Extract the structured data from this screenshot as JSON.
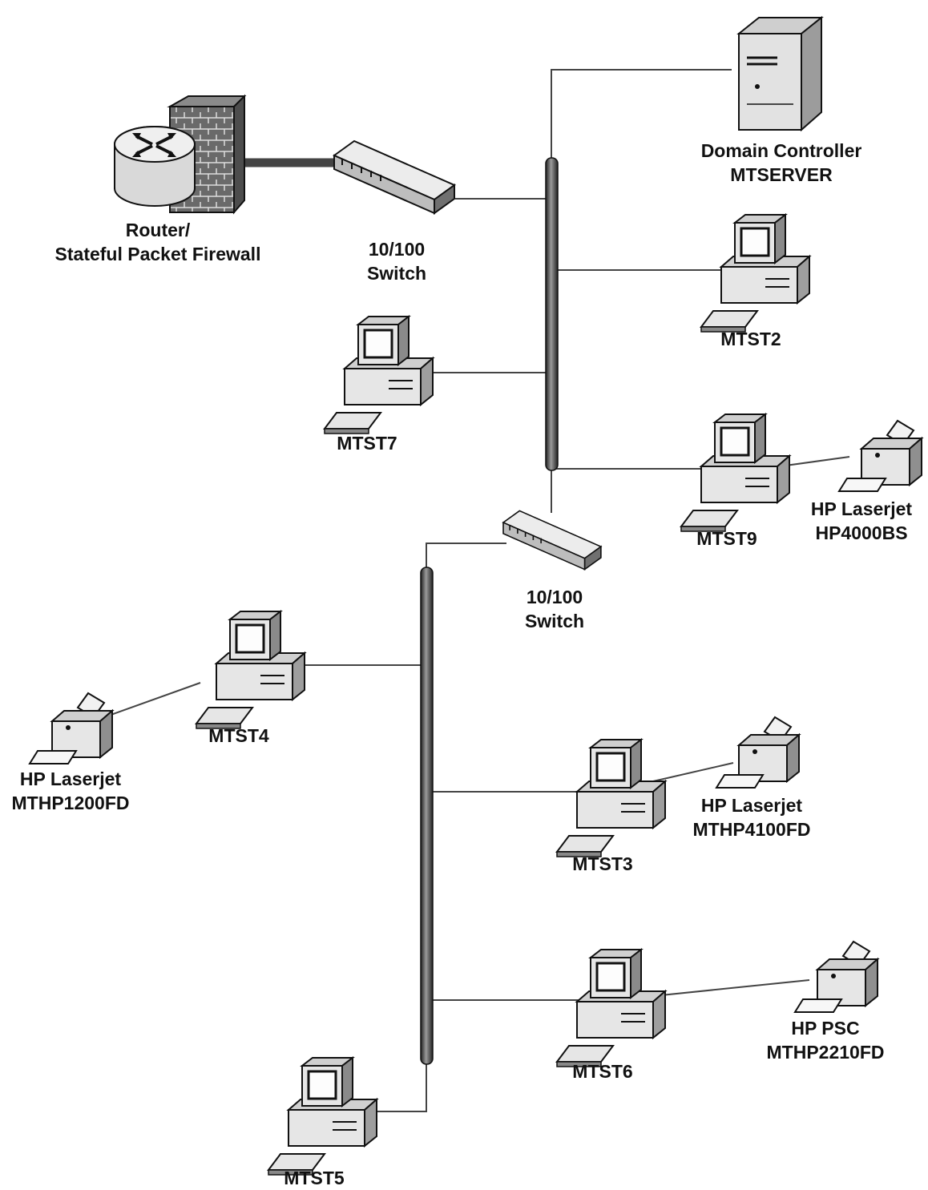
{
  "colors": {
    "ink": "#111111",
    "device_fill": "#e6e6e6",
    "device_shade": "#bdbdbd",
    "dark": "#3a3a3a",
    "cable": "#555555"
  },
  "devices": {
    "router_firewall": {
      "icon": "router-firewall-icon",
      "line1": "Router/",
      "line2": "Stateful Packet Firewall"
    },
    "switch_top": {
      "icon": "switch-icon",
      "line1": "10/100",
      "line2": "Switch"
    },
    "switch_bottom": {
      "icon": "switch-icon",
      "line1": "10/100",
      "line2": "Switch"
    },
    "server": {
      "icon": "server-tower-icon",
      "line1": "Domain Controller",
      "line2": "MTSERVER"
    },
    "mtst2": {
      "icon": "workstation-icon",
      "label": "MTST2"
    },
    "mtst7": {
      "icon": "workstation-icon",
      "label": "MTST7"
    },
    "mtst9": {
      "icon": "workstation-icon",
      "label": "MTST9"
    },
    "mtst4": {
      "icon": "workstation-icon",
      "label": "MTST4"
    },
    "mtst3": {
      "icon": "workstation-icon",
      "label": "MTST3"
    },
    "mtst6": {
      "icon": "workstation-icon",
      "label": "MTST6"
    },
    "mtst5": {
      "icon": "workstation-icon",
      "label": "MTST5"
    },
    "printer_hp4000bs": {
      "icon": "printer-icon",
      "line1": "HP Laserjet",
      "line2": "HP4000BS"
    },
    "printer_mthp1200fd": {
      "icon": "printer-icon",
      "line1": "HP Laserjet",
      "line2": "MTHP1200FD"
    },
    "printer_mthp4100fd": {
      "icon": "printer-icon",
      "line1": "HP Laserjet",
      "line2": "MTHP4100FD"
    },
    "printer_mthp2210fd": {
      "icon": "printer-icon",
      "line1": "HP PSC",
      "line2": "MTHP2210FD"
    }
  }
}
